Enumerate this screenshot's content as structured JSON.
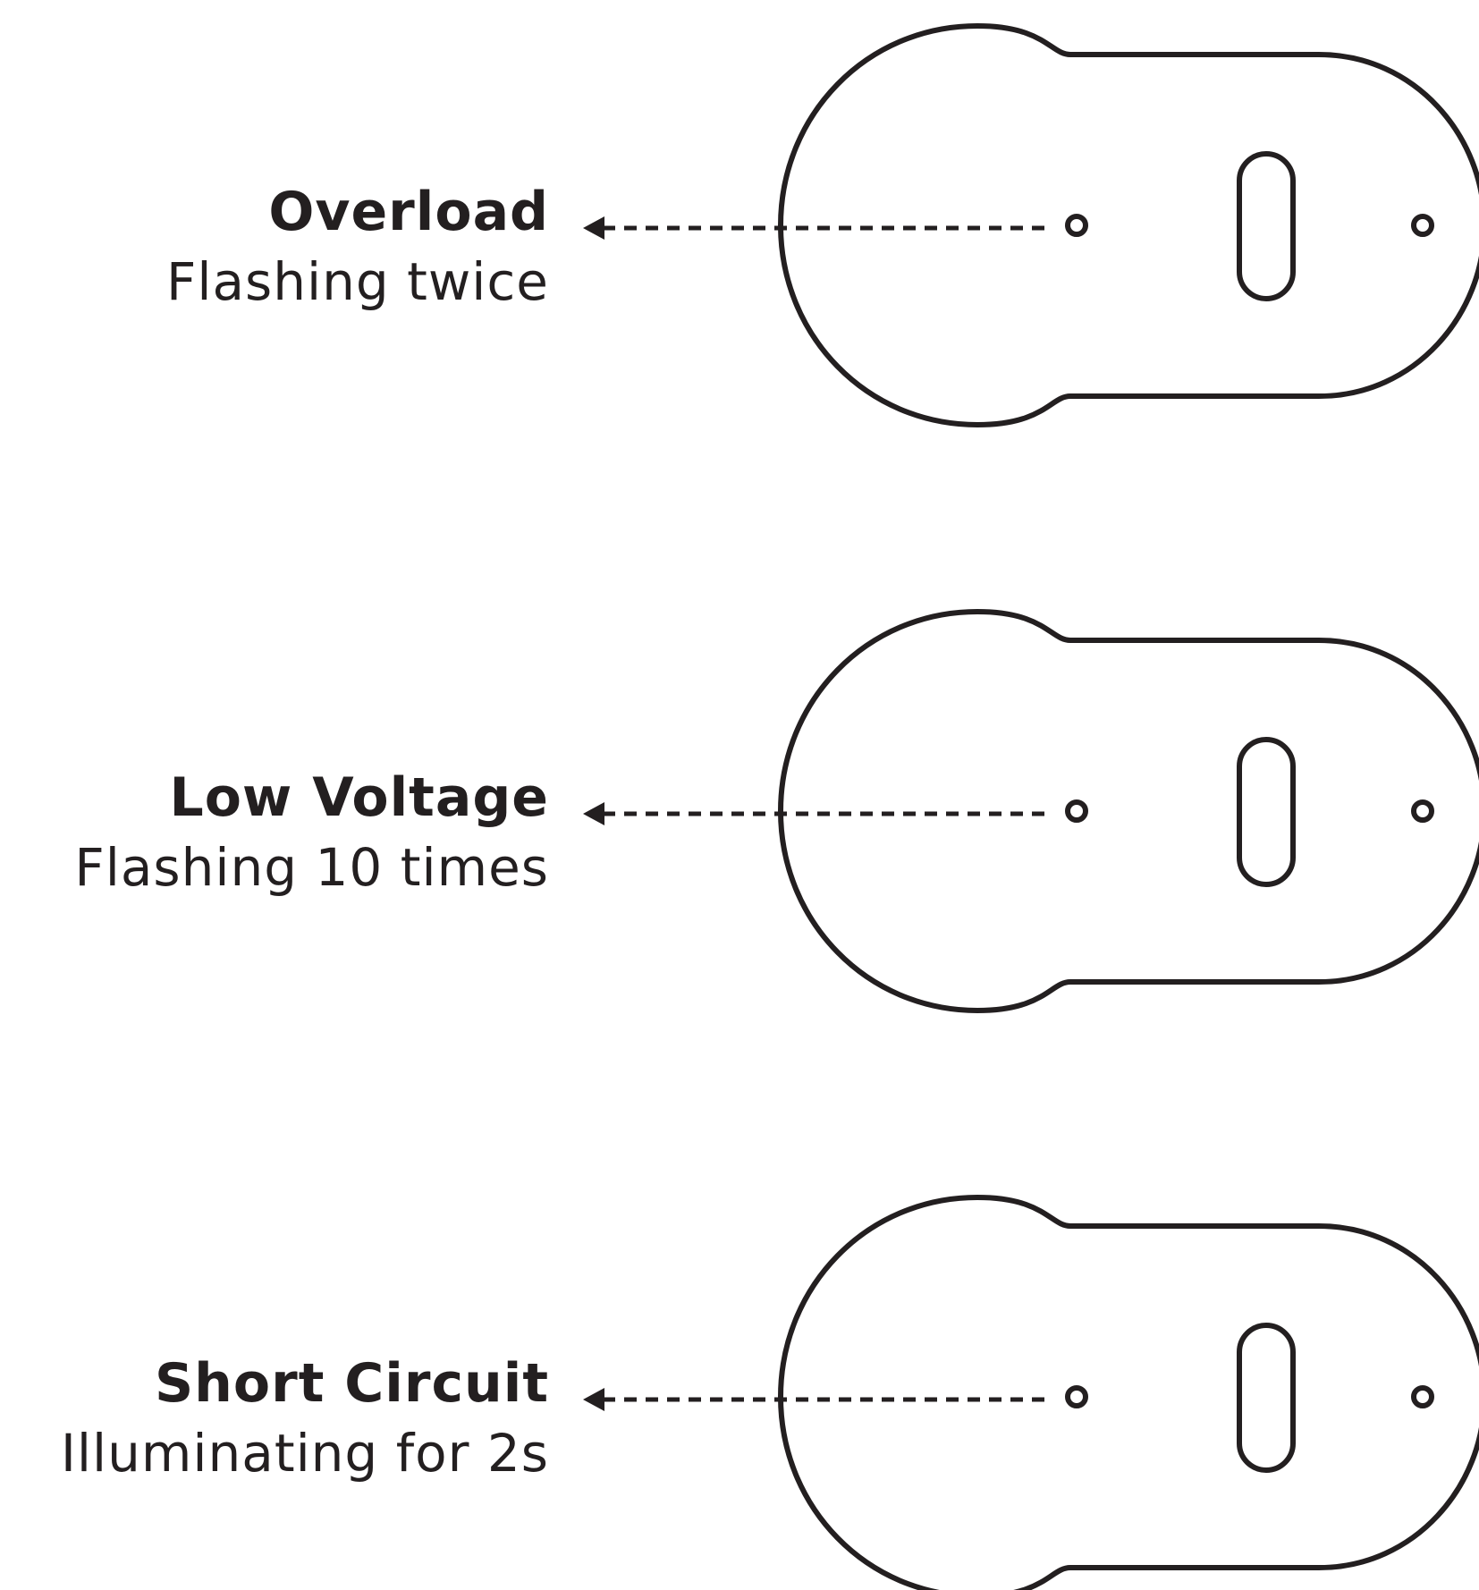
{
  "colors": {
    "stroke": "#231f20",
    "background": "#ffffff"
  },
  "indicators": [
    {
      "title": "Overload",
      "description": "Flashing twice"
    },
    {
      "title": "Low Voltage",
      "description": "Flashing 10 times"
    },
    {
      "title": "Short Circuit",
      "description": "Illuminating for 2s"
    }
  ]
}
